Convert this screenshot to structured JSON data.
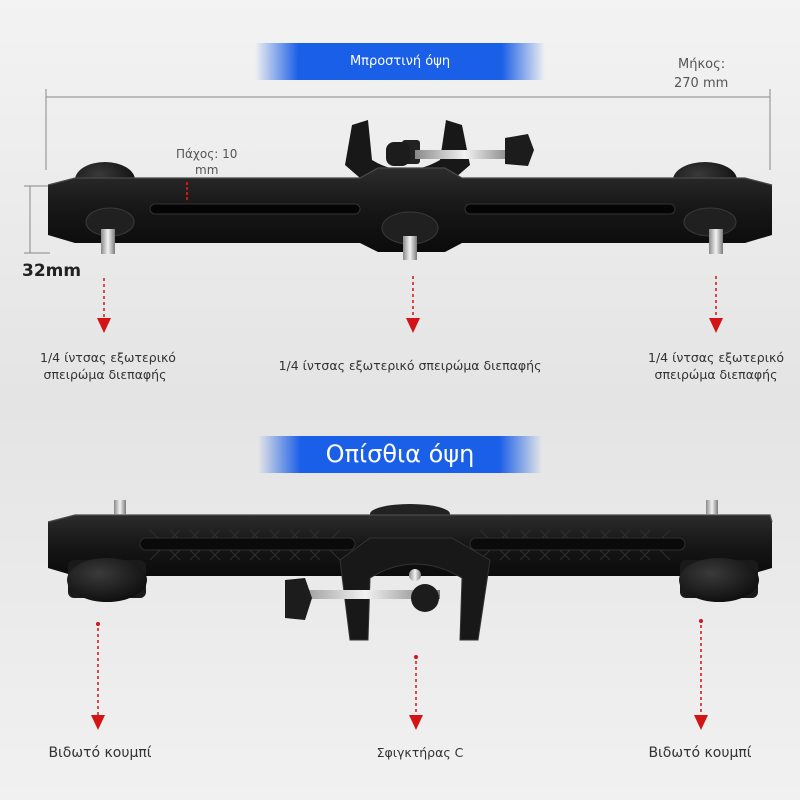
{
  "front": {
    "title": "Μπροστινή όψη",
    "length_label": "Μήκος:",
    "length_value": "270 mm",
    "thickness_label": "Πάχος: 10",
    "thickness_unit": "mm",
    "height_label": "32mm",
    "left_caption_1": "1/4 ίντσας εξωτερικό",
    "left_caption_2": "σπειρώμα διεπαφής",
    "center_caption": "1/4 ίντσας εξωτερικό σπειρώμα διεπαφής",
    "right_caption_1": "1/4 ίντσας εξωτερικό",
    "right_caption_2": "σπειρώμα διεπαφής"
  },
  "back": {
    "title": "Οπίσθια όψη",
    "left_caption": "Βιδωτό κουμπί",
    "center_caption": "Σφιγκτήρας C",
    "right_caption": "Βιδωτό κουμπί"
  },
  "colors": {
    "accent_blue": "#1a5fe8",
    "arrow_red": "#d21414",
    "bracket_black": "#141414"
  }
}
